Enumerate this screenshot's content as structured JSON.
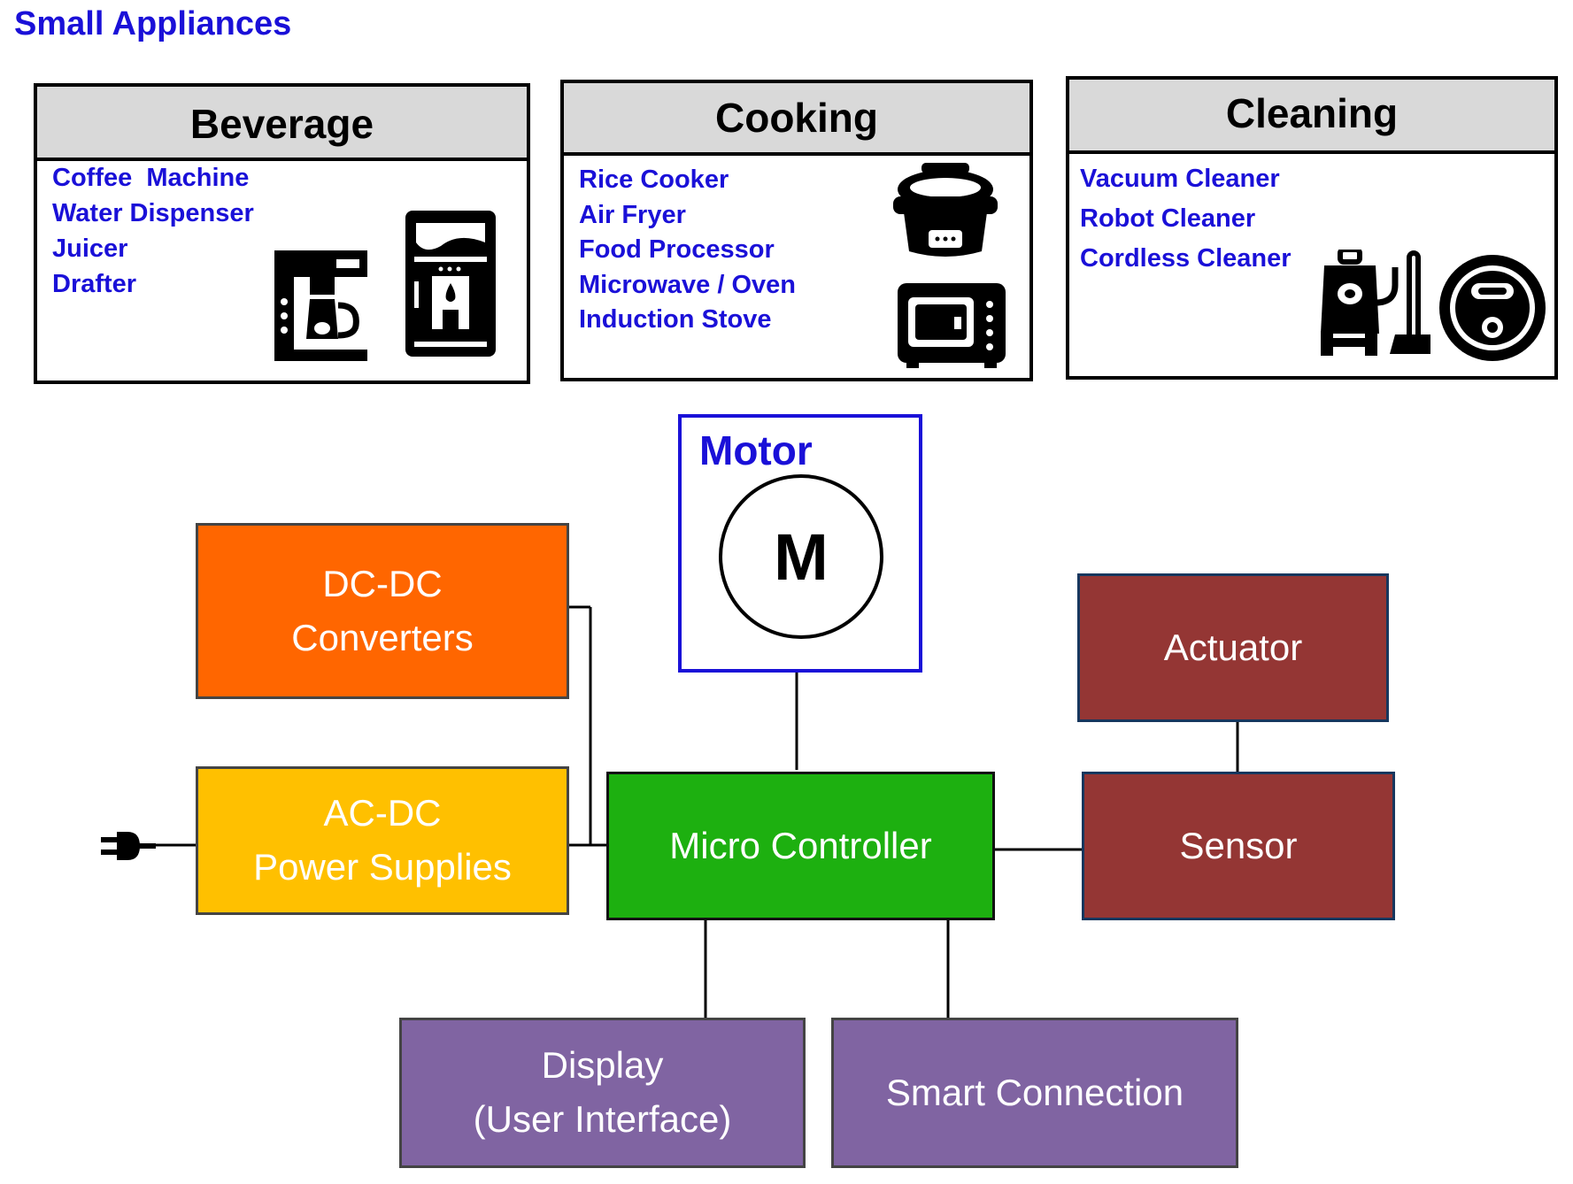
{
  "title": "Small Appliances",
  "categories": [
    {
      "heading": "Beverage",
      "items": [
        "Coffee  Machine",
        "Water Dispenser",
        "Juicer",
        "Drafter"
      ],
      "icons": [
        "coffee-machine-icon",
        "water-dispenser-icon"
      ]
    },
    {
      "heading": "Cooking",
      "items": [
        "Rice Cooker",
        "Air Fryer",
        "Food Processor",
        "Microwave / Oven",
        "Induction Stove"
      ],
      "icons": [
        "rice-cooker-icon",
        "microwave-icon"
      ]
    },
    {
      "heading": "Cleaning",
      "items": [
        "Vacuum Cleaner",
        "Robot Cleaner",
        "Cordless Cleaner"
      ],
      "icons": [
        "vacuum-cleaner-icon",
        "robot-cleaner-icon"
      ]
    }
  ],
  "motor": {
    "label": "Motor",
    "symbol": "M"
  },
  "blocks": {
    "dcdc": {
      "line1": "DC-DC",
      "line2": "Converters"
    },
    "acdc": {
      "line1": "AC-DC",
      "line2": "Power Supplies"
    },
    "mcu": {
      "label": "Micro Controller"
    },
    "actuator": {
      "label": "Actuator"
    },
    "sensor": {
      "label": "Sensor"
    },
    "display": {
      "line1": "Display",
      "line2": "(User Interface)"
    },
    "smart": {
      "label": "Smart Connection"
    }
  },
  "power_plug": "plug-icon",
  "colors": {
    "title_blue": "#1a10d8",
    "dcdc": "#ff6600",
    "acdc": "#ffc000",
    "mcu": "#1db010",
    "actuator_sensor": "#943634",
    "display_smart": "#8064a2"
  }
}
